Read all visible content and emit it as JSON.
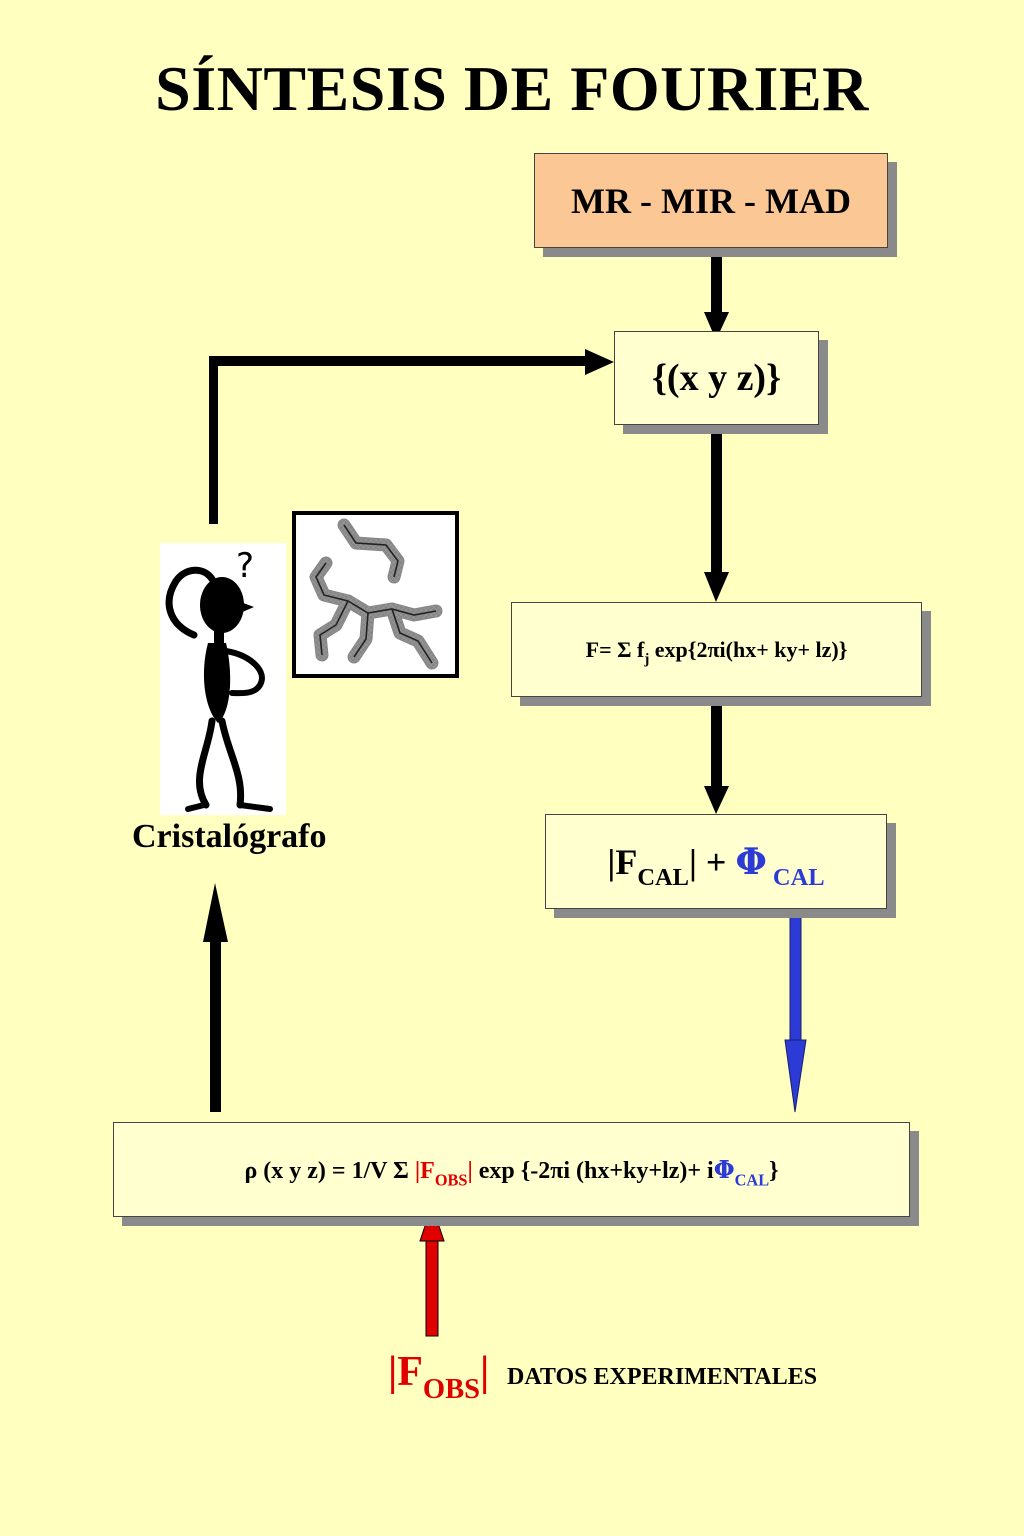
{
  "title": "SÍNTESIS DE FOURIER",
  "methods_box": {
    "text": "MR  -  MIR - MAD"
  },
  "coords_box": {
    "text": "{(x y z)}"
  },
  "structure_factor_box": {
    "f_label": "F= Σ f",
    "f_subscript": "j",
    "expression": " exp{2πi(hx+ ky+ lz)}"
  },
  "fcal_box": {
    "modulus_open": "|F",
    "modulus_subscript": "CAL",
    "modulus_close": "| + ",
    "phi": "Φ",
    "phi_subscript": " CAL"
  },
  "density_box": {
    "prefix": "ρ (x y z) = 1/V Σ ",
    "fobs_open": "|F",
    "fobs_subscript": "OBS",
    "fobs_close": "|",
    "middle": " exp {-2πi (hx+ky+lz)+ i",
    "phi": "Φ",
    "phi_subscript": "CAL",
    "suffix": "}"
  },
  "crystallographer_label": "Cristalógrafo",
  "cartoon_question_mark": "?",
  "experimental_data": {
    "fobs_open": "|F",
    "fobs_subscript": "OBS",
    "fobs_close": "|",
    "label": "DATOS EXPERIMENTALES"
  },
  "colors": {
    "background": "#ffffc0",
    "methods_box_fill": "#fbc895",
    "box_fill": "#ffffd0",
    "phase_blue": "#2c3bd6",
    "observed_red": "#e00000",
    "shadow": "#8a8a8a"
  }
}
